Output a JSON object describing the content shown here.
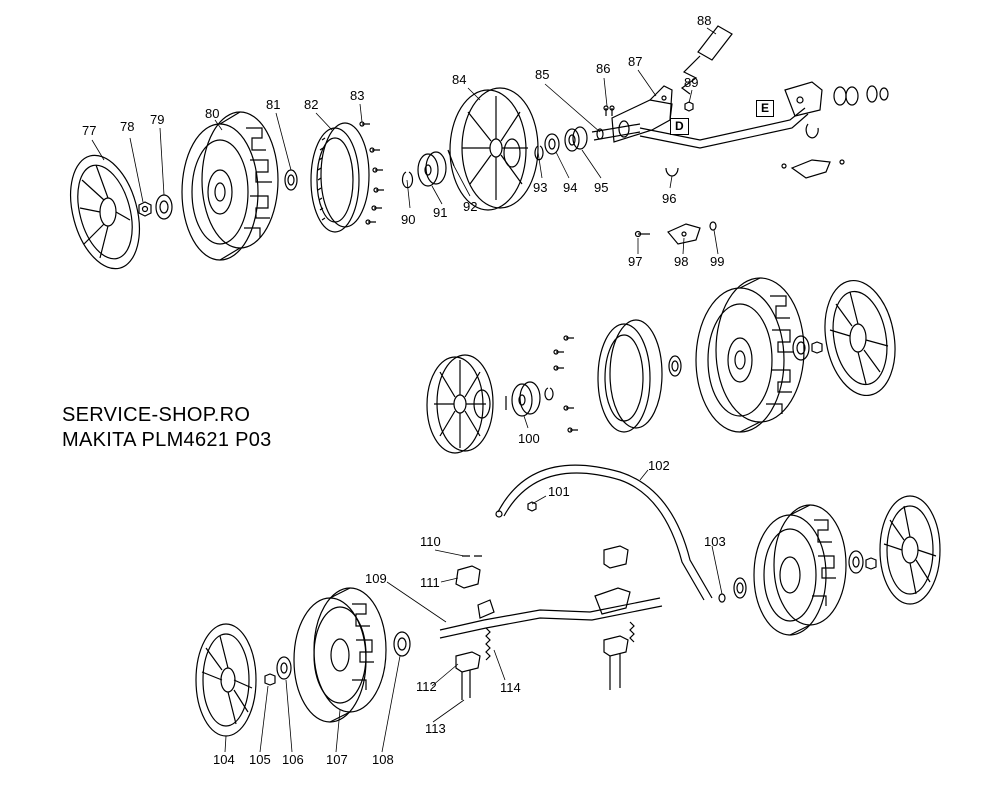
{
  "caption": {
    "line1": "SERVICE-SHOP.RO",
    "line2": "MAKITA PLM4621 P03"
  },
  "markers": {
    "d": "D",
    "e": "E"
  },
  "callouts": {
    "p77": "77",
    "p78": "78",
    "p79": "79",
    "p80": "80",
    "p81": "81",
    "p82": "82",
    "p83": "83",
    "p84": "84",
    "p85": "85",
    "p86": "86",
    "p87": "87",
    "p88": "88",
    "p89": "89",
    "p90": "90",
    "p91": "91",
    "p92": "92",
    "p93": "93",
    "p94": "94",
    "p95": "95",
    "p96": "96",
    "p97": "97",
    "p98": "98",
    "p99": "99",
    "p100": "100",
    "p101": "101",
    "p102": "102",
    "p103": "103",
    "p104": "104",
    "p105": "105",
    "p106": "106",
    "p107": "107",
    "p108": "108",
    "p109": "109",
    "p110": "110",
    "p111": "111",
    "p112": "112",
    "p113": "113",
    "p114": "114"
  }
}
